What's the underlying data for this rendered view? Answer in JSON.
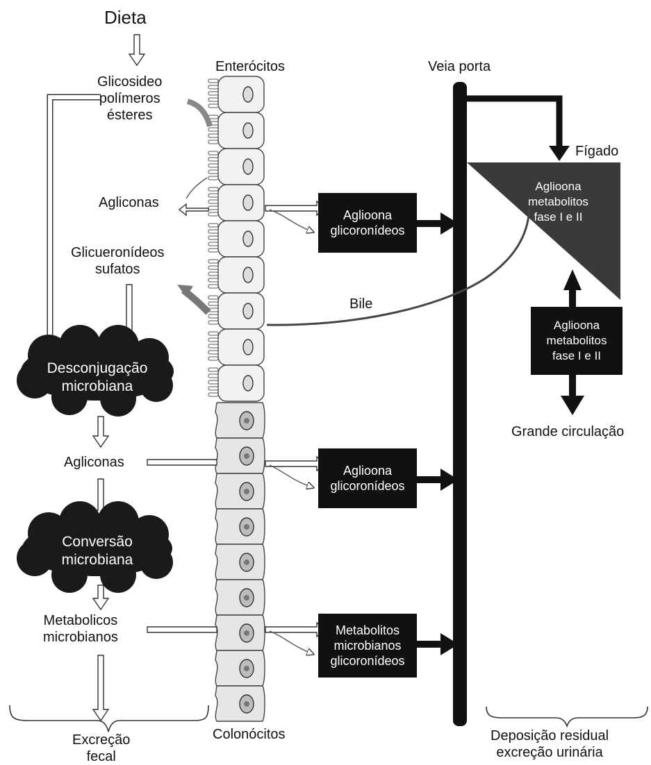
{
  "labels": {
    "dieta": "Dieta",
    "enterocitos": "Enterócitos",
    "veia_porta": "Veia porta",
    "glicosideo": [
      "Glicosideo",
      "polímeros",
      "ésteres"
    ],
    "agliconas_top": "Agliconas",
    "glicueronideos": [
      "Glicueronídeos",
      "sufatos"
    ],
    "bile": "Bile",
    "figado": "Fígado",
    "figado_text": [
      "Aglioona",
      "metabolitos",
      "fase I e II"
    ],
    "grande_circulacao": "Grande circulação",
    "agliconas_mid": "Agliconas",
    "metabolicos": [
      "Metabolicos",
      "microbianos"
    ],
    "excrecao_fecal": [
      "Excreção",
      "fecal"
    ],
    "colonocitos": "Colonócitos",
    "deposicao": [
      "Deposição residual",
      "excreção urinária"
    ]
  },
  "clouds": {
    "desconjugacao": [
      "Desconjugação",
      "microbiana"
    ],
    "conversao": [
      "Conversão",
      "microbiana"
    ]
  },
  "boxes": {
    "box1": [
      "Aglioona",
      "glicoronídeos"
    ],
    "box2": [
      "Aglioona",
      "glicoronídeos"
    ],
    "box3": [
      "Metabolitos",
      "microbianos",
      "glicoronídeos"
    ],
    "box_liver": [
      "Aglioona",
      "metabolitos",
      "fase I e II"
    ]
  }
}
